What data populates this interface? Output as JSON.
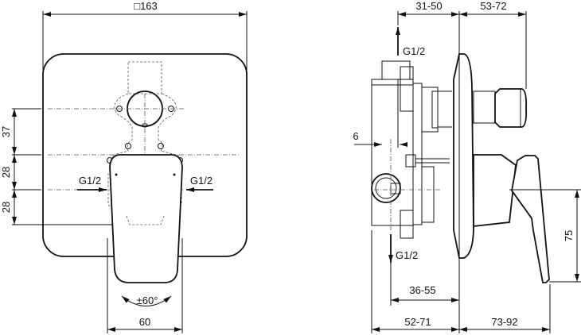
{
  "front_view": {
    "width_label": "□163",
    "vertical_dims": [
      "37",
      "28",
      "28"
    ],
    "inlet_left_label": "G1/2",
    "inlet_right_label": "G1/2",
    "rotation_label": "±60°",
    "handle_width_label": "60"
  },
  "side_view": {
    "top_dims": [
      "31-50",
      "53-72"
    ],
    "outlet_top_label": "G1/2",
    "offset_label": "6",
    "outlet_bottom_label": "G1/2",
    "dim_36_55": "36-55",
    "bottom_dims": [
      "52-71",
      "73-92"
    ],
    "lever_height_label": "75"
  }
}
